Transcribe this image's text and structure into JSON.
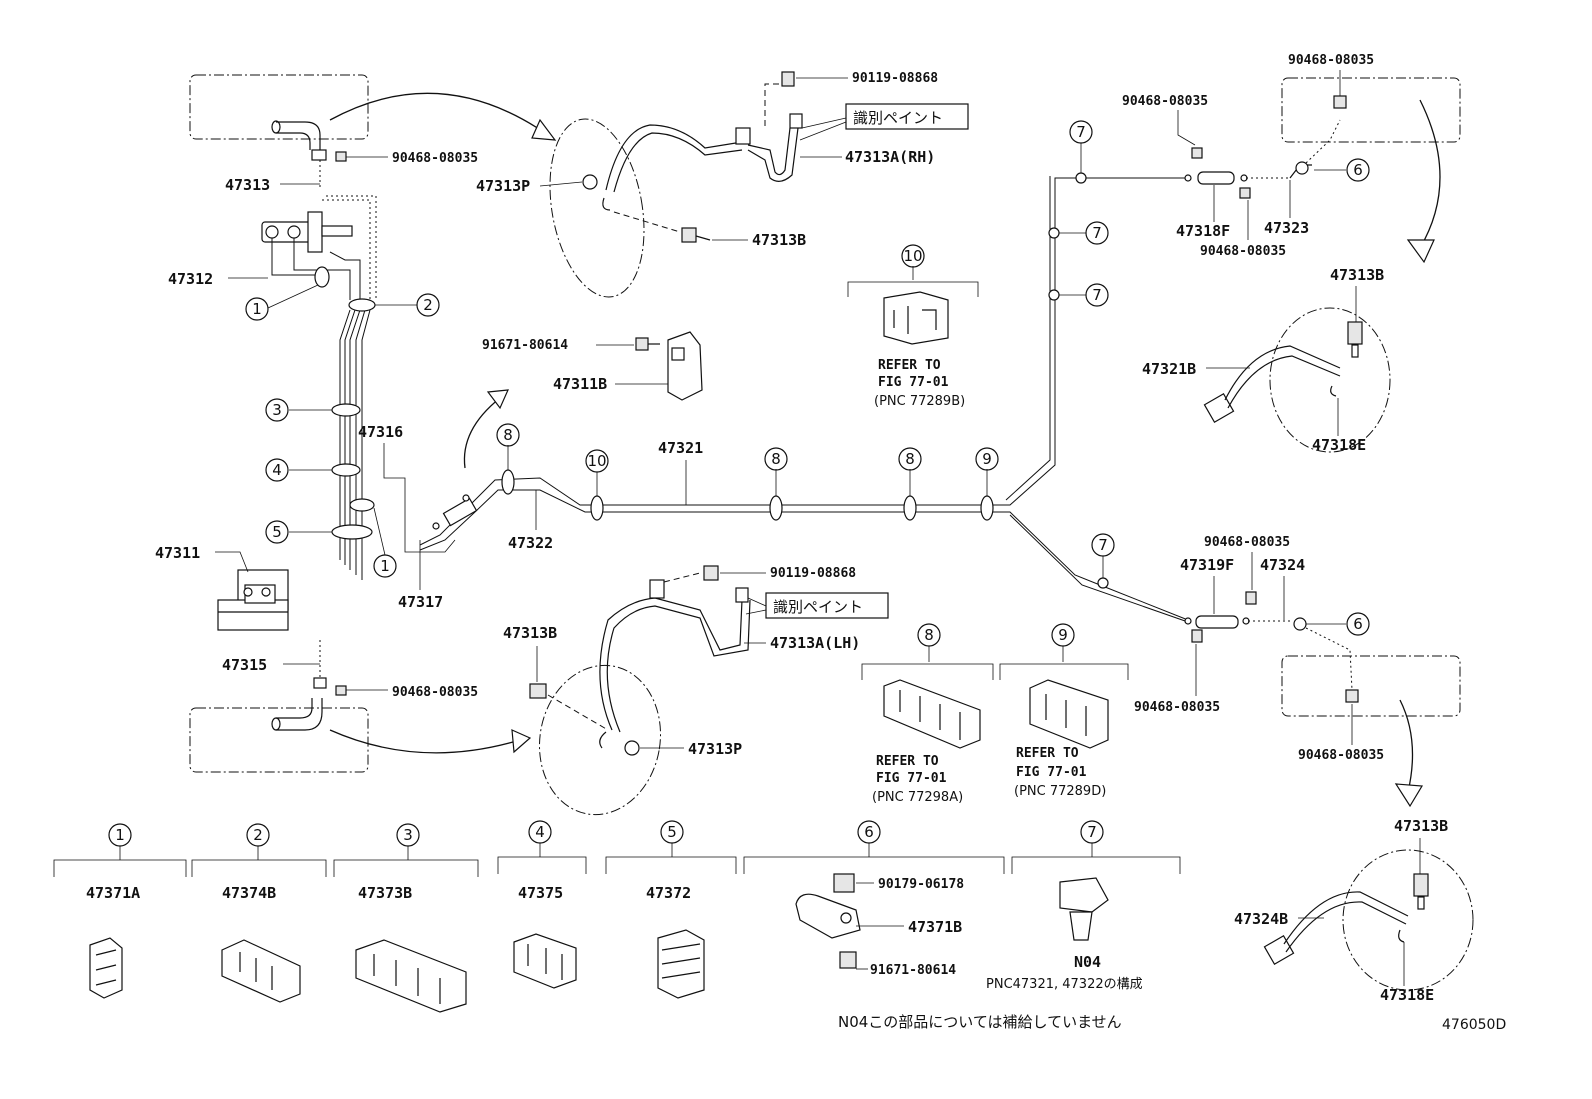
{
  "diagram": {
    "part_labels": {
      "p90119_08868_rh": "90119-08868",
      "p47313A_rh": "47313A(RH)",
      "paint_rh": "識別ペイント",
      "p47313P_rh": "47313P",
      "p47313B_rh": "47313B",
      "p90468_top_left": "90468-08035",
      "p47313": "47313",
      "p47312": "47312",
      "p91671_80614_mid": "91671-80614",
      "p47311B": "47311B",
      "p47316": "47316",
      "p47311": "47311",
      "p47317": "47317",
      "p47322": "47322",
      "p47321": "47321",
      "p47315": "47315",
      "p90468_bottom_left": "90468-08035",
      "p90119_08868_lh": "90119-08868",
      "paint_lh": "識別ペイント",
      "p47313A_lh": "47313A(LH)",
      "p47313B_lh": "47313B",
      "p47313P_lh": "47313P",
      "p90468_top_mid": "90468-08035",
      "p90468_top_right": "90468-08035",
      "p47318F": "47318F",
      "p47323": "47323",
      "p90468_under_47318F": "90468-08035",
      "p47313B_rr": "47313B",
      "p47321B": "47321B",
      "p47318E_r": "47318E",
      "p90468_mid_right": "90468-08035",
      "p47319F": "47319F",
      "p47324": "47324",
      "p90468_lower_mid": "90468-08035",
      "p90468_lower_right": "90468-08035",
      "p47313B_rl": "47313B",
      "p47324B": "47324B",
      "p47318E_l": "47318E"
    },
    "refer_blocks": [
      {
        "num": "10",
        "line1": "REFER TO",
        "line2": "FIG 77-01",
        "pnc": "(PNC 77289B)"
      },
      {
        "num": "8",
        "line1": "REFER TO",
        "line2": "FIG 77-01",
        "pnc": "(PNC 77298A)"
      },
      {
        "num": "9",
        "line1": "REFER TO",
        "line2": "FIG 77-01",
        "pnc": "(PNC 77289D)"
      }
    ],
    "legend": [
      {
        "num": "1",
        "part": "47371A"
      },
      {
        "num": "2",
        "part": "47374B"
      },
      {
        "num": "3",
        "part": "47373B"
      },
      {
        "num": "4",
        "part": "47375"
      },
      {
        "num": "5",
        "part": "47372"
      },
      {
        "num": "6",
        "parts": [
          "90179-06178",
          "47371B",
          "91671-80614"
        ]
      },
      {
        "num": "7",
        "part": "N04",
        "note": "PNC47321, 47322の構成"
      }
    ],
    "callouts": {
      "c1": "1",
      "c2": "2",
      "c3": "3",
      "c4": "4",
      "c5": "5",
      "c1b": "1",
      "c6a": "6",
      "c6b": "6",
      "c7a": "7",
      "c7b": "7",
      "c7c": "7",
      "c7d": "7",
      "c8a": "8",
      "c8b": "8",
      "c8c": "8",
      "c9": "9",
      "c10": "10"
    },
    "footnote": "N04この部品については補給していません",
    "figure_id": "476050D"
  }
}
